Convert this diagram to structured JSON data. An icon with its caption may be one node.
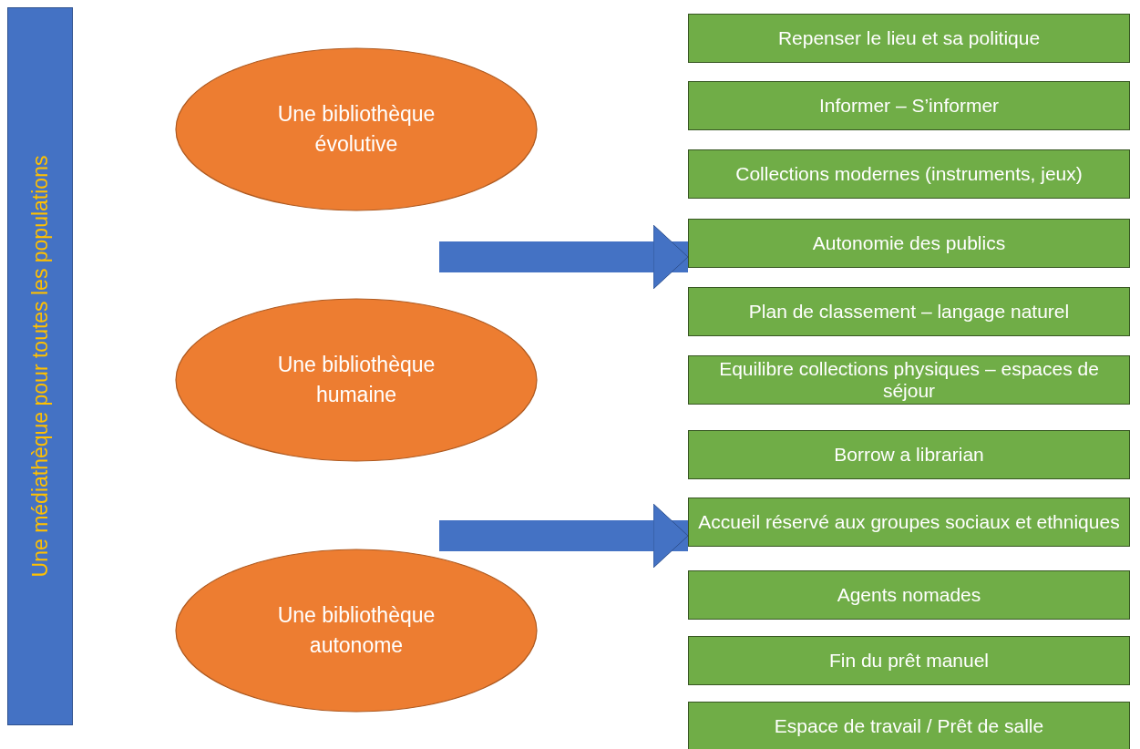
{
  "diagram": {
    "nodes": [
      {
        "text": [
          "Une médiathèque pour toutes les populations"
        ]
      },
      {
        "text": [
          "Une bibliothèque évolutive"
        ]
      },
      {
        "text": [
          "Une bibliothèque humaine"
        ]
      },
      {
        "text": [
          "Une bibliothèque autonome"
        ]
      },
      {
        "text": [
          "Repenser le lieu et sa politique"
        ]
      },
      {
        "text": [
          "Informer – S’informer"
        ]
      },
      {
        "text": [
          "Collections modernes (instruments, jeux)"
        ]
      },
      {
        "text": [
          "Autonomie des publics"
        ]
      },
      {
        "text": [
          "Plan de classement – langage naturel"
        ]
      },
      {
        "text": [
          "Equilibre collections physiques – espaces de séjour"
        ]
      },
      {
        "text": [
          "Borrow a librarian"
        ]
      },
      {
        "text": [
          "Accueil réservé aux groupes sociaux et ethniques"
        ]
      },
      {
        "text": [
          "Agents nomades"
        ]
      },
      {
        "text": [
          "Fin du prêt manuel"
        ]
      },
      {
        "text": [
          "Espace de travail / Prêt de salle"
        ]
      }
    ],
    "edges": [
      {
        "from": null,
        "to": 7,
        "arrow": "to"
      },
      {
        "from": null,
        "to": 11,
        "arrow": "to"
      }
    ]
  }
}
